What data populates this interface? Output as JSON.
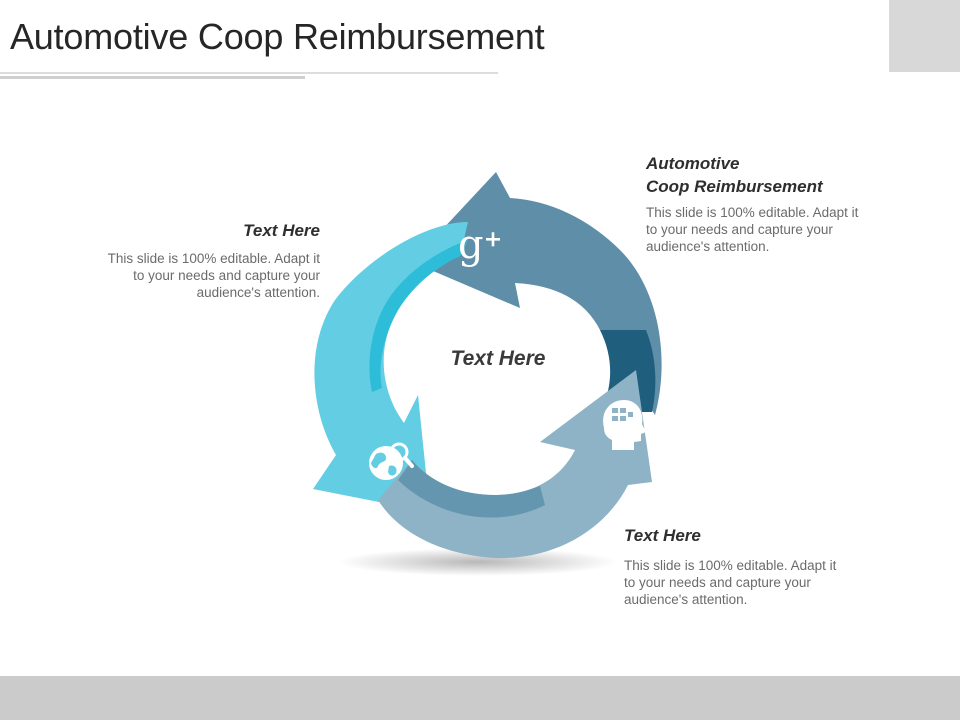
{
  "slide": {
    "title": "Automotive Coop Reimbursement"
  },
  "diagram": {
    "center_label": "Text Here",
    "icons": [
      "google-plus-icon",
      "head-puzzle-icon",
      "globe-search-icon"
    ],
    "colors": {
      "arrow_top": "#5e8ea8",
      "arrow_top_inner": "#1f5f7d",
      "arrow_left": "#62cde3",
      "arrow_left_inner": "#2dbdd8",
      "arrow_bottom": "#8fb3c6",
      "arrow_bottom_inner": "#6596af"
    }
  },
  "blocks": {
    "top_right": {
      "heading_line1": "Automotive",
      "heading_line2": "Coop Reimbursement",
      "body_line1": "This slide is 100% editable. Adapt it",
      "body_line2": "to your needs and capture your",
      "body_line3": "audience's attention."
    },
    "left": {
      "heading": "Text Here",
      "body_line1": "This slide is 100% editable. Adapt it",
      "body_line2": "to your needs and capture your",
      "body_line3": "audience's attention."
    },
    "bottom_right": {
      "heading": "Text Here",
      "body_line1": "This slide is 100% editable. Adapt it",
      "body_line2": "to your needs and capture your",
      "body_line3": "audience's attention."
    }
  }
}
